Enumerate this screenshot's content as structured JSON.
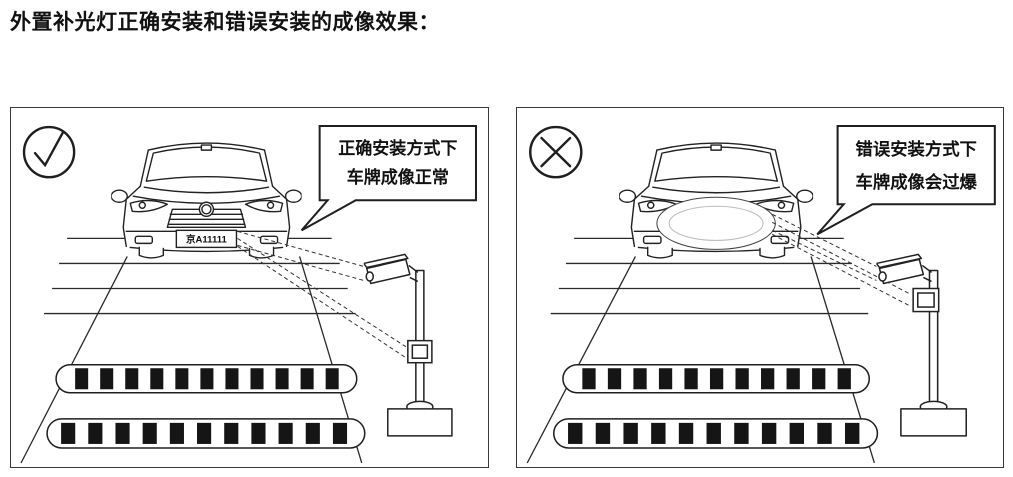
{
  "page": {
    "title": "外置补光灯正确安装和错误安装的成像效果："
  },
  "correct_panel": {
    "label": "correct-installation",
    "result_icon": "check",
    "callout_line1": "正确安装方式下",
    "callout_line2": "车牌成像正常",
    "license_plate": "京A11111"
  },
  "wrong_panel": {
    "label": "wrong-installation",
    "result_icon": "cross",
    "callout_line1": "错误安装方式下",
    "callout_line2": "车牌成像会过爆"
  },
  "colors": {
    "line": "#1f1f1f",
    "background": "#ffffff"
  }
}
